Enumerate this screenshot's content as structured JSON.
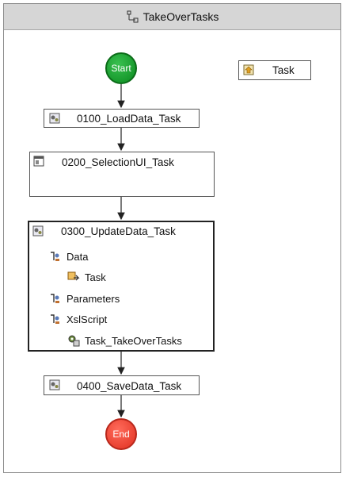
{
  "title": "TakeOverTasks",
  "start_label": "Start",
  "end_label": "End",
  "legend": {
    "label": "Task",
    "icon": "task-folder-icon"
  },
  "tasks": {
    "load": {
      "label": "0100_LoadData_Task",
      "icon": "gear-task-icon"
    },
    "selection": {
      "label": "0200_SelectionUI_Task",
      "icon": "window-task-icon"
    },
    "update": {
      "label": "0300_UpdateData_Task",
      "icon": "gear-task-icon",
      "sections": {
        "data": {
          "label": "Data",
          "child": "Task"
        },
        "parameters": {
          "label": "Parameters"
        },
        "xslscript": {
          "label": "XslScript",
          "child": "Task_TakeOverTasks"
        }
      }
    },
    "save": {
      "label": "0400_SaveData_Task",
      "icon": "gear-task-icon"
    }
  },
  "colors": {
    "start": "#14a02e",
    "end": "#f04a3a",
    "titlebar": "#d6d6d6"
  }
}
